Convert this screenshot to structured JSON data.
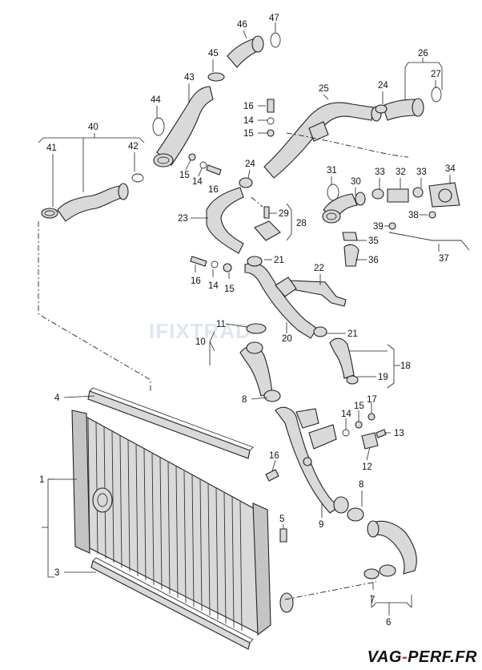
{
  "watermark": "IFIXTRAD",
  "brand": {
    "left": "VAG",
    "sep": "-",
    "right": "PERF.FR"
  },
  "callouts": {
    "c1": "1",
    "c3": "3",
    "c4": "4",
    "c5": "5",
    "c6": "6",
    "c7": "7",
    "c8a": "8",
    "c8b": "8",
    "c9": "9",
    "c10": "10",
    "c11": "11",
    "c12": "12",
    "c13": "13",
    "c14a": "14",
    "c14b": "14",
    "c14c": "14",
    "c14d": "14",
    "c15a": "15",
    "c15b": "15",
    "c15c": "15",
    "c15d": "15",
    "c16a": "16",
    "c16b": "16",
    "c16c": "16",
    "c16d": "16",
    "c17": "17",
    "c18": "18",
    "c19": "19",
    "c20": "20",
    "c21a": "21",
    "c21b": "21",
    "c22": "22",
    "c23": "23",
    "c24a": "24",
    "c24b": "24",
    "c25": "25",
    "c26": "26",
    "c27": "27",
    "c28": "28",
    "c29": "29",
    "c30": "30",
    "c31": "31",
    "c32": "32",
    "c33a": "33",
    "c33b": "33",
    "c34": "34",
    "c35": "35",
    "c36": "36",
    "c37": "37",
    "c38": "38",
    "c39": "39",
    "c40": "40",
    "c41": "41",
    "c42": "42",
    "c43": "43",
    "c44": "44",
    "c45": "45",
    "c46": "46",
    "c47": "47"
  }
}
